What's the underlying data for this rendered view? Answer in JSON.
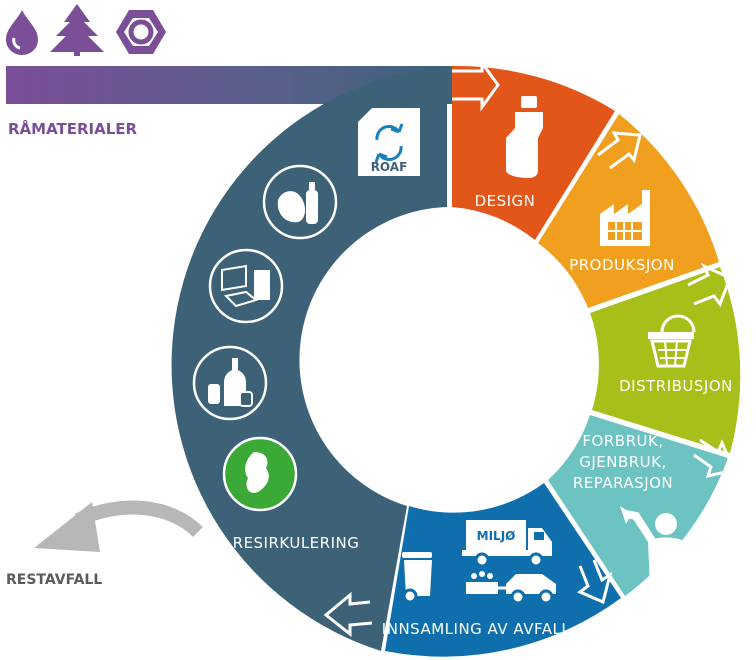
{
  "labels": {
    "raw_materials": "RÅMATERIALER",
    "residual_waste": "RESTAVFALL",
    "logo_text": "ROAF",
    "design": "DESIGN",
    "production": "PRODUKSJON",
    "distribution": "DISTRIBUSJON",
    "consumption_line1": "FORBRUK,",
    "consumption_line2": "GJENBRUK,",
    "consumption_line3": "REPARASJON",
    "collection": "INNSAMLING AV AVFALL",
    "recycling": "RESIRKULERING",
    "truck_text": "MILJØ"
  },
  "colors": {
    "purple": "#7b4e98",
    "steel": "#3d6278",
    "design": "#e2561a",
    "production": "#f0a01e",
    "distribution": "#a8bf19",
    "consumption": "#6cc3c2",
    "collection": "#0f6fad",
    "recycle_green": "#3aa935",
    "gray_arrow": "#b7b7b7"
  },
  "icons": {
    "top": [
      "water-drop-icon",
      "tree-icon",
      "hex-nut-icon"
    ],
    "recycling_circles": [
      "bags-and-bottle-icon",
      "paper-and-cardboard-icon",
      "glass-and-metal-icon",
      "food-waste-icon"
    ],
    "segments": [
      "bottle-icon",
      "factory-icon",
      "shopping-basket-icon",
      "repair-person-icon",
      "waste-bin-icon",
      "garbage-truck-icon",
      "car-with-trailer-icon"
    ]
  }
}
